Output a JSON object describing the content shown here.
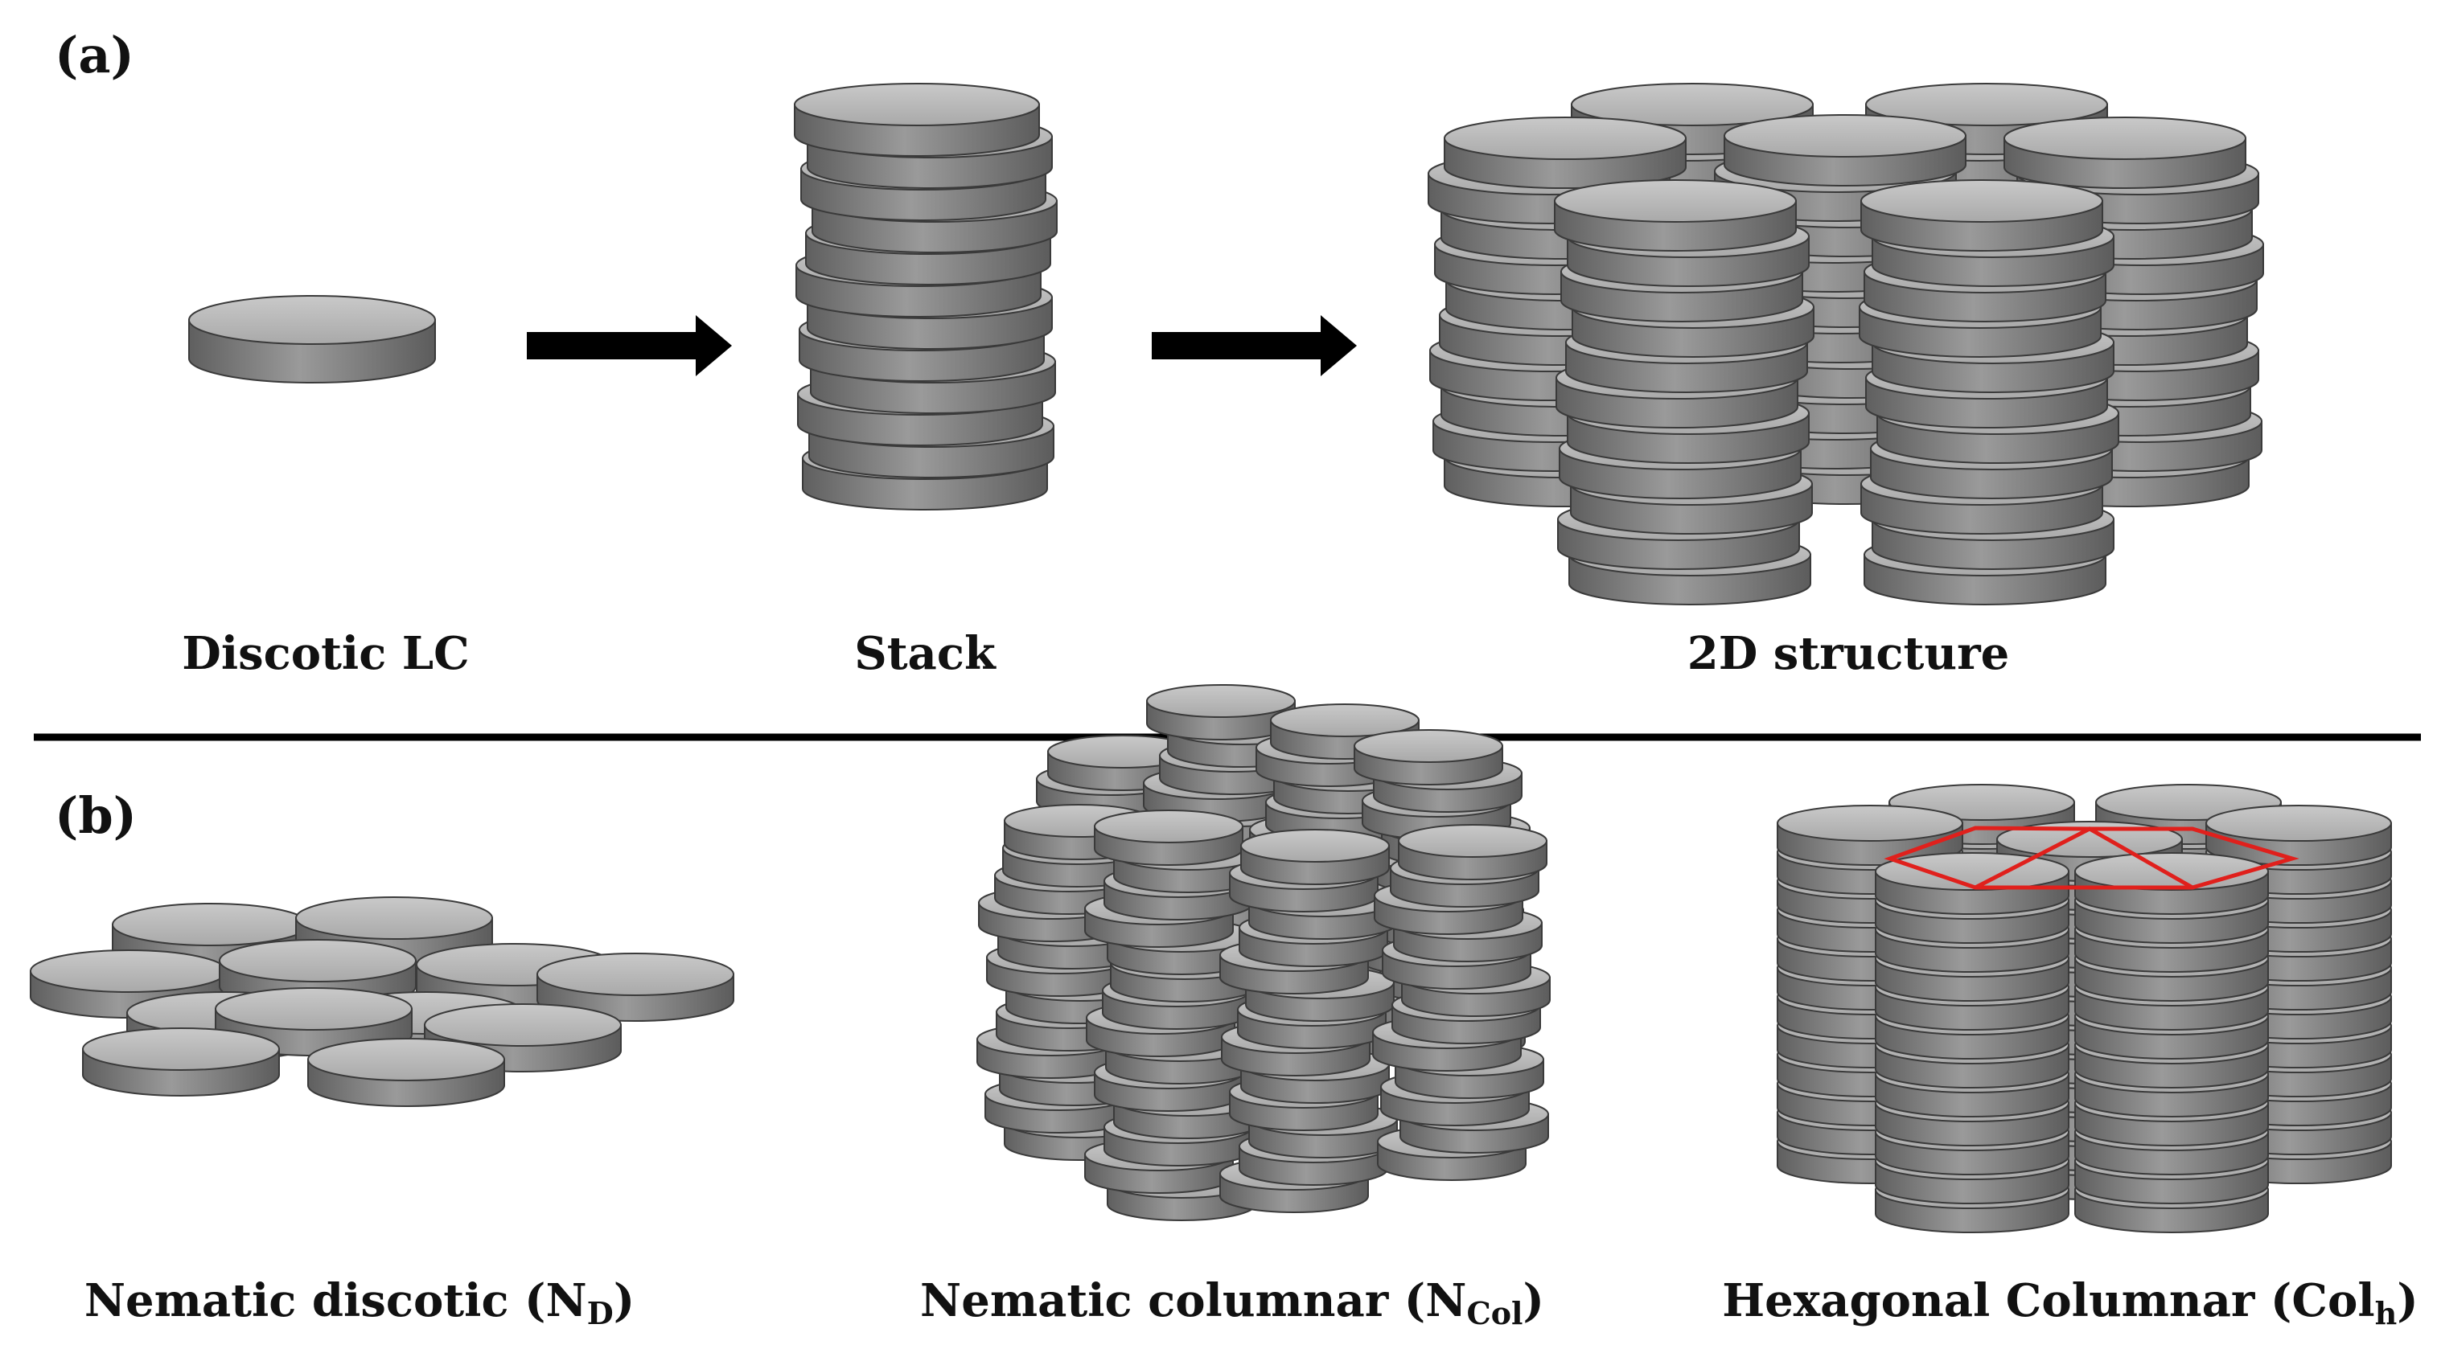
{
  "panels": {
    "a": "(a)",
    "b": "(b)"
  },
  "captions_a": {
    "disc": "Discotic LC",
    "stack": "Stack",
    "structure": "2D structure"
  },
  "captions_b": {
    "nd_main": "Nematic discotic (N",
    "nd_sub": "D",
    "nd_end": ")",
    "ncol_main": "Nematic columnar (N",
    "ncol_sub": "Col",
    "ncol_end": ")",
    "colh_main": "Hexagonal Columnar (Col",
    "colh_sub": "h",
    "colh_end": ")"
  },
  "colors": {
    "disc_top": "#bdbdbd",
    "disc_side": "#7f7f7f",
    "disc_edge": "#3a3a3a",
    "arrow": "#000000",
    "divider": "#000000",
    "hexagon": "#e0201c"
  },
  "icons": {
    "arrow": "right-arrow-icon",
    "hexagon": "hexagon-outline-icon"
  }
}
